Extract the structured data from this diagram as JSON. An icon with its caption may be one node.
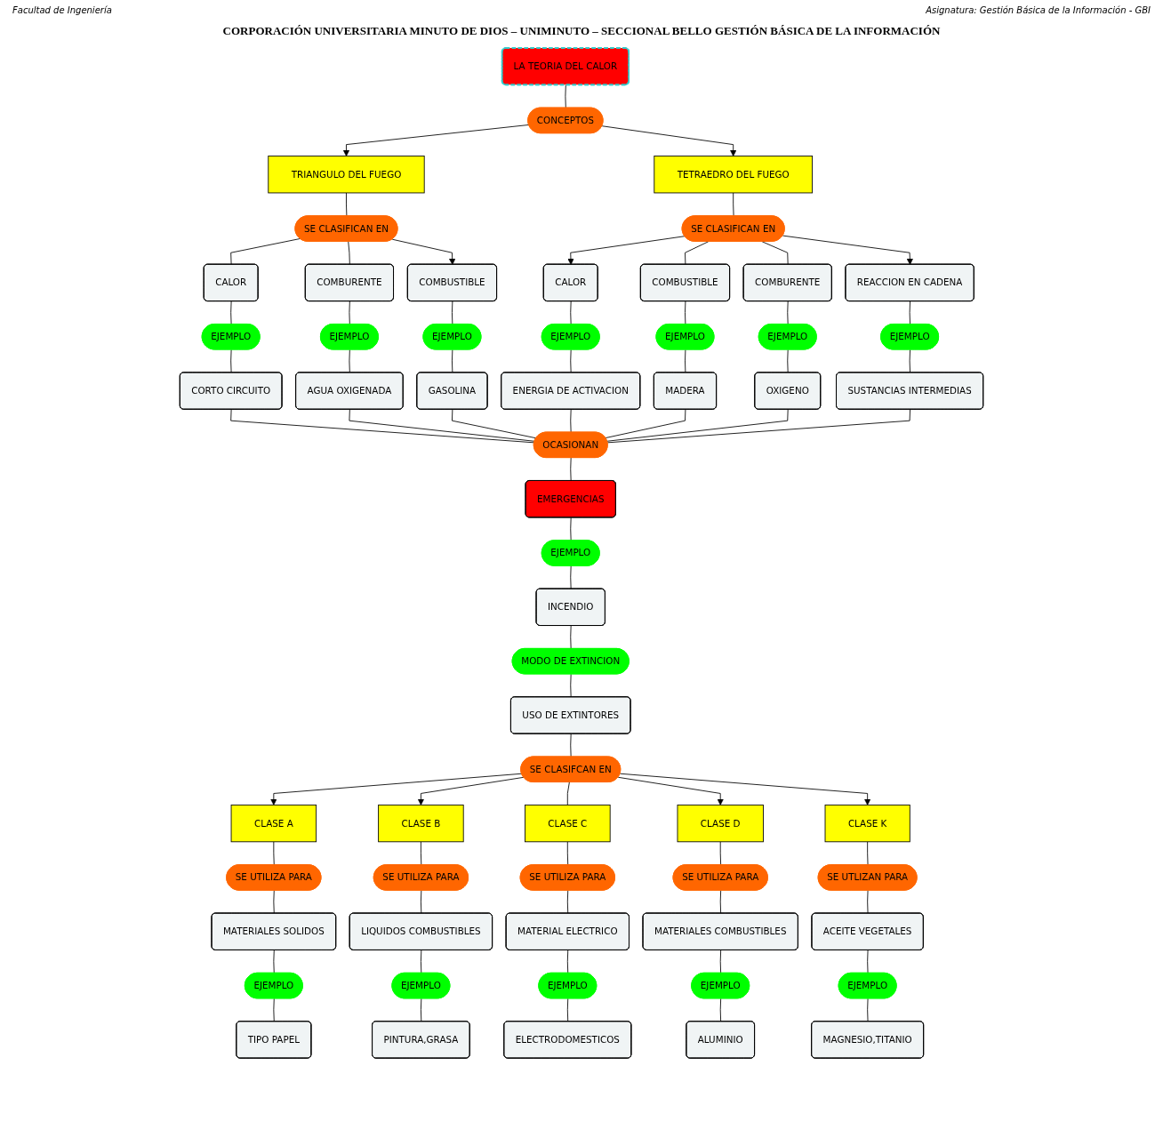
{
  "diagram": {
    "title": "CORPORACIÓN UNIVERSITARIA MINUTO DE DIOS – UNIMINUTO – SECCIONAL BELLO GESTIÓN BÁSICA DE LA INFORMACIÓN",
    "nodes": [
      {
        "text": [
          "LA TEORIA DEL CALOR"
        ]
      },
      {
        "text": [
          "CONCEPTOS"
        ]
      },
      {
        "text": [
          "TRIANGULO DEL FUEGO"
        ]
      },
      {
        "text": [
          "TETRAEDRO DEL FUEGO"
        ]
      },
      {
        "text": [
          "SE CLASIFICAN EN"
        ]
      },
      {
        "text": [
          "SE CLASIFICAN EN"
        ]
      },
      {
        "text": [
          "CALOR"
        ]
      },
      {
        "text": [
          "COMBURENTE"
        ]
      },
      {
        "text": [
          "COMBUSTIBLE"
        ]
      },
      {
        "text": [
          "CALOR"
        ]
      },
      {
        "text": [
          "COMBUSTIBLE"
        ]
      },
      {
        "text": [
          "COMBURENTE"
        ]
      },
      {
        "text": [
          "REACCION EN CADENA"
        ]
      },
      {
        "text": [
          "EJEMPLO"
        ]
      },
      {
        "text": [
          "EJEMPLO"
        ]
      },
      {
        "text": [
          "EJEMPLO"
        ]
      },
      {
        "text": [
          "EJEMPLO"
        ]
      },
      {
        "text": [
          "EJEMPLO"
        ]
      },
      {
        "text": [
          "EJEMPLO"
        ]
      },
      {
        "text": [
          "EJEMPLO"
        ]
      },
      {
        "text": [
          "CORTO CIRCUITO"
        ]
      },
      {
        "text": [
          "AGUA OXIGENADA"
        ]
      },
      {
        "text": [
          "GASOLINA"
        ]
      },
      {
        "text": [
          "ENERGIA DE ACTIVACION"
        ]
      },
      {
        "text": [
          "MADERA"
        ]
      },
      {
        "text": [
          "OXIGENO"
        ]
      },
      {
        "text": [
          "SUSTANCIAS INTERMEDIAS"
        ]
      },
      {
        "text": [
          "OCASIONAN"
        ]
      },
      {
        "text": [
          "EMERGENCIAS"
        ]
      },
      {
        "text": [
          "EJEMPLO"
        ]
      },
      {
        "text": [
          "INCENDIO"
        ]
      },
      {
        "text": [
          "MODO DE EXTINCION"
        ]
      },
      {
        "text": [
          "USO DE EXTINTORES"
        ]
      },
      {
        "text": [
          "SE CLASIFCAN EN"
        ]
      },
      {
        "text": [
          "CLASE A"
        ]
      },
      {
        "text": [
          "CLASE B"
        ]
      },
      {
        "text": [
          "CLASE C"
        ]
      },
      {
        "text": [
          "CLASE D"
        ]
      },
      {
        "text": [
          "CLASE K"
        ]
      },
      {
        "text": [
          "SE UTILIZA PARA"
        ]
      },
      {
        "text": [
          "SE UTILIZA PARA"
        ]
      },
      {
        "text": [
          "SE UTILIZA PARA"
        ]
      },
      {
        "text": [
          "SE UTILIZA PARA"
        ]
      },
      {
        "text": [
          "SE UTLIZAN PARA"
        ]
      },
      {
        "text": [
          "MATERIALES SOLIDOS"
        ]
      },
      {
        "text": [
          "LIQUIDOS COMBUSTIBLES"
        ]
      },
      {
        "text": [
          "MATERIAL ELECTRICO"
        ]
      },
      {
        "text": [
          "MATERIALES COMBUSTIBLES"
        ]
      },
      {
        "text": [
          "ACEITE VEGETALES"
        ]
      },
      {
        "text": [
          "EJEMPLO"
        ]
      },
      {
        "text": [
          "EJEMPLO"
        ]
      },
      {
        "text": [
          "EJEMPLO"
        ]
      },
      {
        "text": [
          "EJEMPLO"
        ]
      },
      {
        "text": [
          "EJEMPLO"
        ]
      },
      {
        "text": [
          "TIPO PAPEL"
        ]
      },
      {
        "text": [
          "PINTURA,GRASA"
        ]
      },
      {
        "text": [
          "ELECTRODOMESTICOS"
        ]
      },
      {
        "text": [
          "ALUMINIO"
        ]
      },
      {
        "text": [
          "MAGNESIO,TITANIO"
        ]
      }
    ],
    "edges": [
      {
        "from": 0,
        "to": 1,
        "arrow": "none"
      },
      {
        "from": 1,
        "to": 2,
        "arrow": "to"
      },
      {
        "from": 1,
        "to": 3,
        "arrow": "to"
      },
      {
        "from": 2,
        "to": 4,
        "arrow": "none"
      },
      {
        "from": 3,
        "to": 5,
        "arrow": "none"
      },
      {
        "from": 4,
        "to": 6,
        "arrow": "none"
      },
      {
        "from": 4,
        "to": 7,
        "arrow": "none"
      },
      {
        "from": 4,
        "to": 8,
        "arrow": "to"
      },
      {
        "from": 5,
        "to": 9,
        "arrow": "to"
      },
      {
        "from": 5,
        "to": 10,
        "arrow": "none"
      },
      {
        "from": 5,
        "to": 11,
        "arrow": "none"
      },
      {
        "from": 5,
        "to": 12,
        "arrow": "to"
      },
      {
        "from": 6,
        "to": 13,
        "arrow": "none"
      },
      {
        "from": 13,
        "to": 20,
        "arrow": "none"
      },
      {
        "from": 7,
        "to": 14,
        "arrow": "none"
      },
      {
        "from": 14,
        "to": 21,
        "arrow": "none"
      },
      {
        "from": 8,
        "to": 15,
        "arrow": "none"
      },
      {
        "from": 15,
        "to": 22,
        "arrow": "none"
      },
      {
        "from": 9,
        "to": 16,
        "arrow": "none"
      },
      {
        "from": 16,
        "to": 23,
        "arrow": "none"
      },
      {
        "from": 10,
        "to": 17,
        "arrow": "none"
      },
      {
        "from": 17,
        "to": 24,
        "arrow": "none"
      },
      {
        "from": 11,
        "to": 18,
        "arrow": "none"
      },
      {
        "from": 18,
        "to": 25,
        "arrow": "none"
      },
      {
        "from": 12,
        "to": 19,
        "arrow": "none"
      },
      {
        "from": 19,
        "to": 26,
        "arrow": "none"
      },
      {
        "from": 20,
        "to": 27,
        "arrow": "none"
      },
      {
        "from": 21,
        "to": 27,
        "arrow": "none"
      },
      {
        "from": 22,
        "to": 27,
        "arrow": "none"
      },
      {
        "from": 23,
        "to": 27,
        "arrow": "none"
      },
      {
        "from": 24,
        "to": 27,
        "arrow": "none"
      },
      {
        "from": 25,
        "to": 27,
        "arrow": "none"
      },
      {
        "from": 26,
        "to": 27,
        "arrow": "none"
      },
      {
        "from": 27,
        "to": 28,
        "arrow": "none"
      },
      {
        "from": 28,
        "to": 29,
        "arrow": "none"
      },
      {
        "from": 29,
        "to": 30,
        "arrow": "none"
      },
      {
        "from": 30,
        "to": 31,
        "arrow": "none"
      },
      {
        "from": 31,
        "to": 32,
        "arrow": "none"
      },
      {
        "from": 32,
        "to": 33,
        "arrow": "none"
      },
      {
        "from": 33,
        "to": 34,
        "arrow": "to"
      },
      {
        "from": 33,
        "to": 35,
        "arrow": "to"
      },
      {
        "from": 33,
        "to": 36,
        "arrow": "none"
      },
      {
        "from": 33,
        "to": 37,
        "arrow": "to"
      },
      {
        "from": 33,
        "to": 38,
        "arrow": "to"
      },
      {
        "from": 34,
        "to": 39,
        "arrow": "none"
      },
      {
        "from": 39,
        "to": 44,
        "arrow": "none"
      },
      {
        "from": 44,
        "to": 49,
        "arrow": "none"
      },
      {
        "from": 49,
        "to": 54,
        "arrow": "none"
      },
      {
        "from": 35,
        "to": 40,
        "arrow": "none"
      },
      {
        "from": 40,
        "to": 45,
        "arrow": "none"
      },
      {
        "from": 45,
        "to": 50,
        "arrow": "none"
      },
      {
        "from": 50,
        "to": 55,
        "arrow": "none"
      },
      {
        "from": 36,
        "to": 41,
        "arrow": "none"
      },
      {
        "from": 41,
        "to": 46,
        "arrow": "none"
      },
      {
        "from": 46,
        "to": 51,
        "arrow": "none"
      },
      {
        "from": 51,
        "to": 56,
        "arrow": "none"
      },
      {
        "from": 37,
        "to": 42,
        "arrow": "none"
      },
      {
        "from": 42,
        "to": 47,
        "arrow": "none"
      },
      {
        "from": 47,
        "to": 52,
        "arrow": "none"
      },
      {
        "from": 52,
        "to": 57,
        "arrow": "none"
      },
      {
        "from": 38,
        "to": 43,
        "arrow": "none"
      },
      {
        "from": 43,
        "to": 48,
        "arrow": "none"
      },
      {
        "from": 48,
        "to": 53,
        "arrow": "none"
      },
      {
        "from": 53,
        "to": 58,
        "arrow": "none"
      }
    ],
    "labels": [
      "Facultad de Ingeniería",
      "Asignatura: Gestión Básica de la Información - GBI"
    ]
  }
}
